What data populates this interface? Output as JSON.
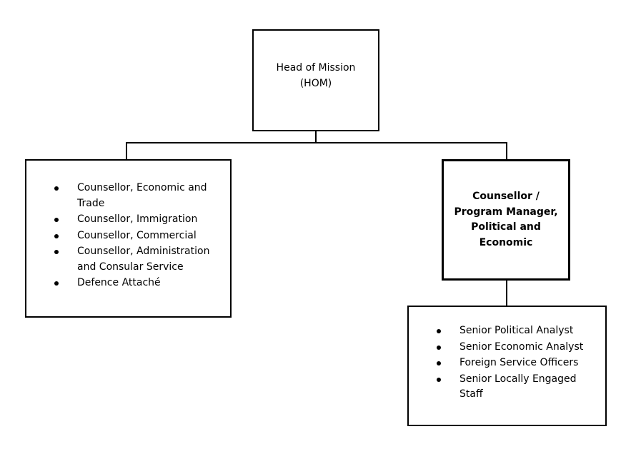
{
  "org_chart": {
    "head": {
      "line1": "Head of Mission",
      "line2": "(HOM)"
    },
    "counsellors": [
      "Counsellor, Economic and Trade",
      "Counsellor, Immigration",
      "Counsellor, Commercial",
      "Counsellor, Administration and Consular Service",
      "Defence Attaché"
    ],
    "program_manager": {
      "title": "Counsellor / Program Manager, Political and Economic"
    },
    "staff": [
      "Senior Political Analyst",
      "Senior Economic Analyst",
      "Foreign Service Officers",
      "Senior Locally Engaged Staff"
    ]
  }
}
